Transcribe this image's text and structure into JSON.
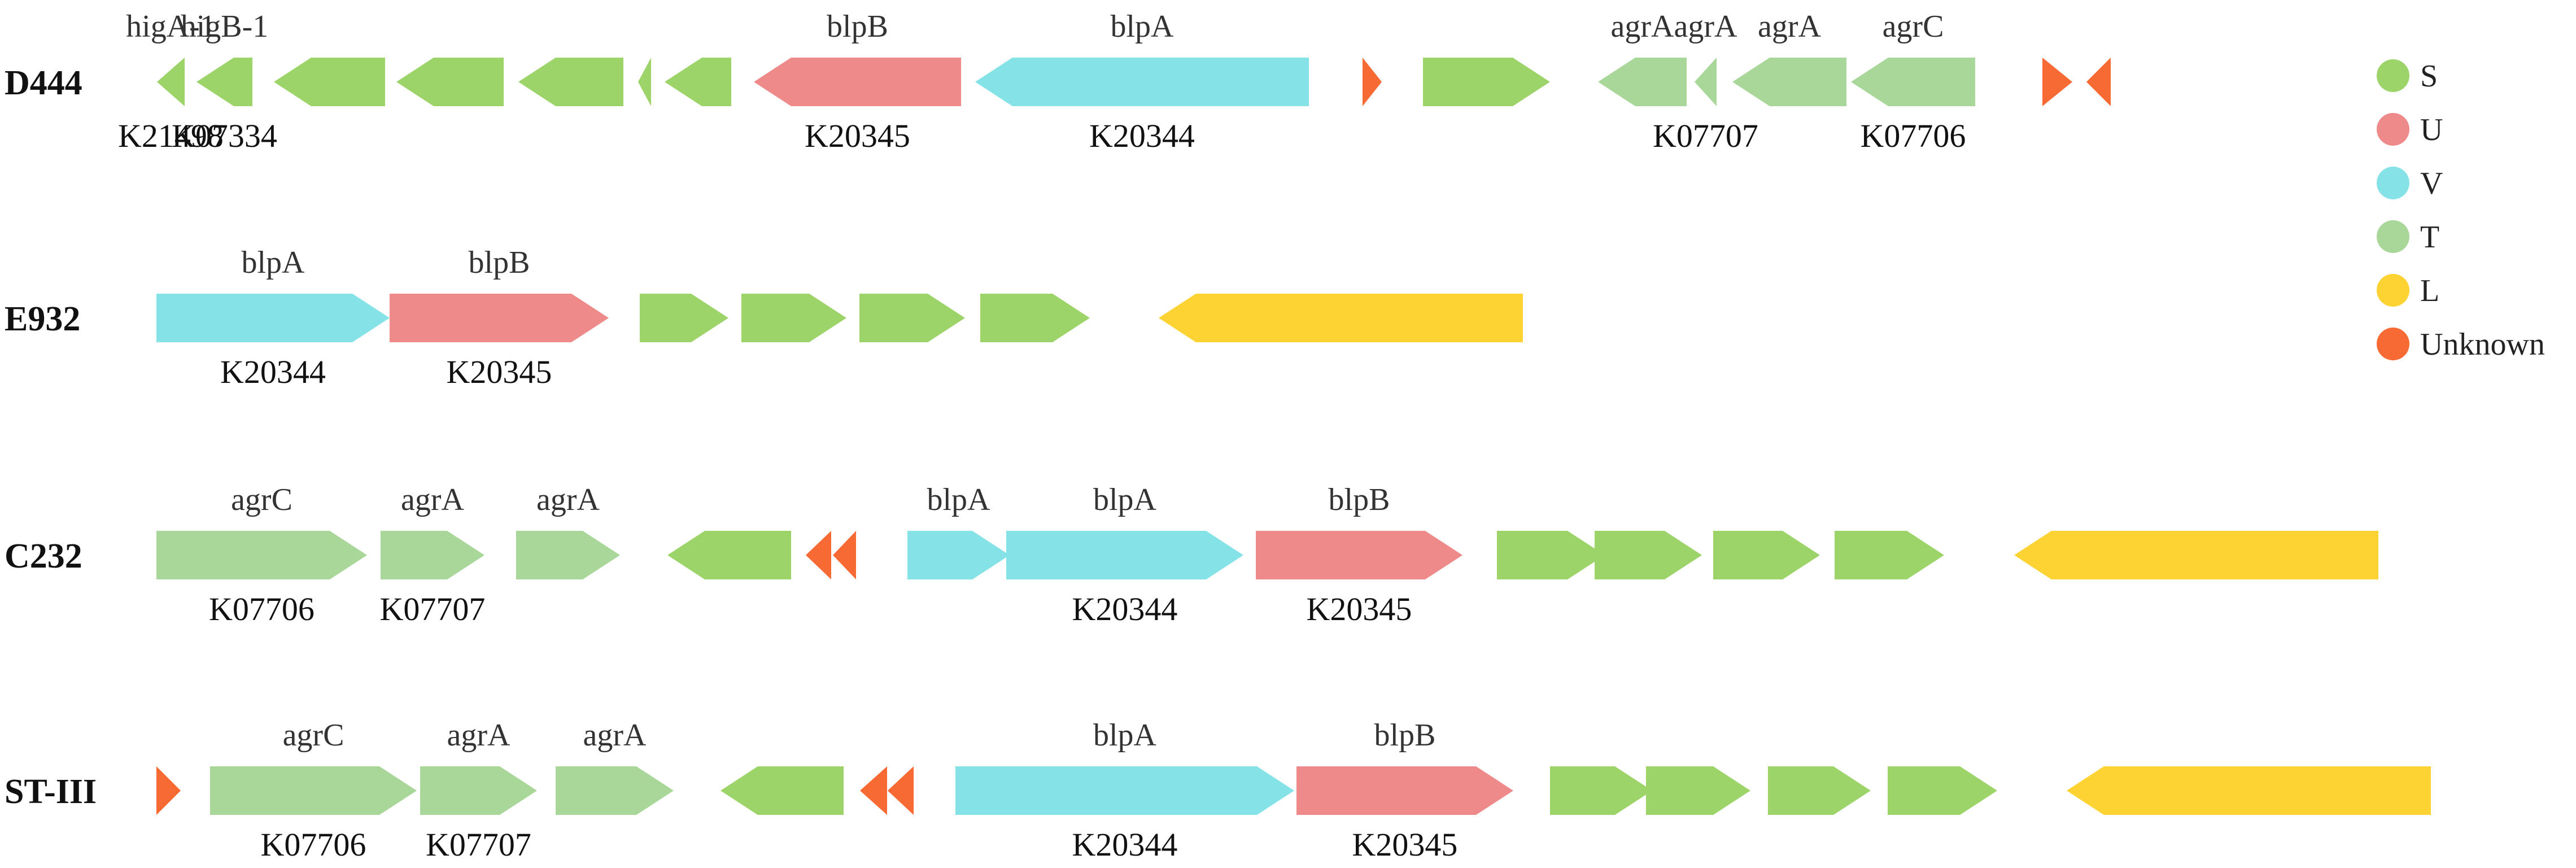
{
  "colors": {
    "S": "#9dd46a",
    "U": "#ef8a8a",
    "V": "#85e3e8",
    "T": "#a9d699",
    "L": "#fdd334",
    "Unknown": "#f86a33"
  },
  "legend": [
    {
      "key": "S",
      "label": "S"
    },
    {
      "key": "U",
      "label": "U"
    },
    {
      "key": "V",
      "label": "V"
    },
    {
      "key": "T",
      "label": "T"
    },
    {
      "key": "L",
      "label": "L"
    },
    {
      "key": "Unknown",
      "label": "Unknown"
    }
  ],
  "tracks": [
    {
      "name": "D444",
      "genes": [
        {
          "cat": "S",
          "dir": "left",
          "top": "higA-1",
          "bottom": "K21498"
        },
        {
          "cat": "S",
          "dir": "left",
          "top": "higB-1",
          "bottom": "K07334"
        },
        {
          "cat": "S",
          "dir": "left",
          "top": "",
          "bottom": ""
        },
        {
          "cat": "S",
          "dir": "left",
          "top": "",
          "bottom": ""
        },
        {
          "cat": "S",
          "dir": "left",
          "top": "",
          "bottom": ""
        },
        {
          "cat": "S",
          "dir": "left",
          "top": "",
          "bottom": ""
        },
        {
          "cat": "S",
          "dir": "left",
          "top": "",
          "bottom": ""
        },
        {
          "cat": "U",
          "dir": "left",
          "top": "blpB",
          "bottom": "K20345"
        },
        {
          "cat": "V",
          "dir": "left",
          "top": "blpA",
          "bottom": "K20344"
        },
        {
          "cat": "Unknown",
          "dir": "right",
          "top": "",
          "bottom": ""
        },
        {
          "cat": "S",
          "dir": "right",
          "top": "",
          "bottom": ""
        },
        {
          "cat": "T",
          "dir": "left",
          "top": "agrA",
          "bottom": ""
        },
        {
          "cat": "T",
          "dir": "left",
          "top": "agrA",
          "bottom": "K07707"
        },
        {
          "cat": "T",
          "dir": "left",
          "top": "agrA",
          "bottom": ""
        },
        {
          "cat": "T",
          "dir": "left",
          "top": "agrC",
          "bottom": "K07706"
        },
        {
          "cat": "Unknown",
          "dir": "right",
          "top": "",
          "bottom": ""
        },
        {
          "cat": "Unknown",
          "dir": "left",
          "top": "",
          "bottom": ""
        }
      ]
    },
    {
      "name": "E932",
      "genes": [
        {
          "cat": "V",
          "dir": "right",
          "top": "blpA",
          "bottom": "K20344"
        },
        {
          "cat": "U",
          "dir": "right",
          "top": "blpB",
          "bottom": "K20345"
        },
        {
          "cat": "S",
          "dir": "right",
          "top": "",
          "bottom": ""
        },
        {
          "cat": "S",
          "dir": "right",
          "top": "",
          "bottom": ""
        },
        {
          "cat": "S",
          "dir": "right",
          "top": "",
          "bottom": ""
        },
        {
          "cat": "S",
          "dir": "right",
          "top": "",
          "bottom": ""
        },
        {
          "cat": "L",
          "dir": "left",
          "top": "",
          "bottom": ""
        }
      ]
    },
    {
      "name": "C232",
      "genes": [
        {
          "cat": "T",
          "dir": "right",
          "top": "agrC",
          "bottom": "K07706"
        },
        {
          "cat": "T",
          "dir": "right",
          "top": "agrA",
          "bottom": "K07707"
        },
        {
          "cat": "T",
          "dir": "right",
          "top": "agrA",
          "bottom": ""
        },
        {
          "cat": "S",
          "dir": "left",
          "top": "",
          "bottom": ""
        },
        {
          "cat": "Unknown",
          "dir": "left",
          "top": "",
          "bottom": ""
        },
        {
          "cat": "Unknown",
          "dir": "left",
          "top": "",
          "bottom": ""
        },
        {
          "cat": "V",
          "dir": "right",
          "top": "blpA",
          "bottom": ""
        },
        {
          "cat": "V",
          "dir": "right",
          "top": "blpA",
          "bottom": "K20344"
        },
        {
          "cat": "U",
          "dir": "right",
          "top": "blpB",
          "bottom": "K20345"
        },
        {
          "cat": "S",
          "dir": "right",
          "top": "",
          "bottom": ""
        },
        {
          "cat": "S",
          "dir": "right",
          "top": "",
          "bottom": ""
        },
        {
          "cat": "S",
          "dir": "right",
          "top": "",
          "bottom": ""
        },
        {
          "cat": "S",
          "dir": "right",
          "top": "",
          "bottom": ""
        },
        {
          "cat": "L",
          "dir": "left",
          "top": "",
          "bottom": ""
        }
      ]
    },
    {
      "name": "ST-III",
      "genes": [
        {
          "cat": "Unknown",
          "dir": "right",
          "top": "",
          "bottom": ""
        },
        {
          "cat": "T",
          "dir": "right",
          "top": "agrC",
          "bottom": "K07706"
        },
        {
          "cat": "T",
          "dir": "right",
          "top": "agrA",
          "bottom": "K07707"
        },
        {
          "cat": "T",
          "dir": "right",
          "top": "agrA",
          "bottom": ""
        },
        {
          "cat": "S",
          "dir": "left",
          "top": "",
          "bottom": ""
        },
        {
          "cat": "Unknown",
          "dir": "left",
          "top": "",
          "bottom": ""
        },
        {
          "cat": "Unknown",
          "dir": "left",
          "top": "",
          "bottom": ""
        },
        {
          "cat": "V",
          "dir": "right",
          "top": "blpA",
          "bottom": "K20344"
        },
        {
          "cat": "U",
          "dir": "right",
          "top": "blpB",
          "bottom": "K20345"
        },
        {
          "cat": "S",
          "dir": "right",
          "top": "",
          "bottom": ""
        },
        {
          "cat": "S",
          "dir": "right",
          "top": "",
          "bottom": ""
        },
        {
          "cat": "S",
          "dir": "right",
          "top": "",
          "bottom": ""
        },
        {
          "cat": "S",
          "dir": "right",
          "top": "",
          "bottom": ""
        },
        {
          "cat": "L",
          "dir": "left",
          "top": "",
          "bottom": ""
        }
      ]
    }
  ]
}
